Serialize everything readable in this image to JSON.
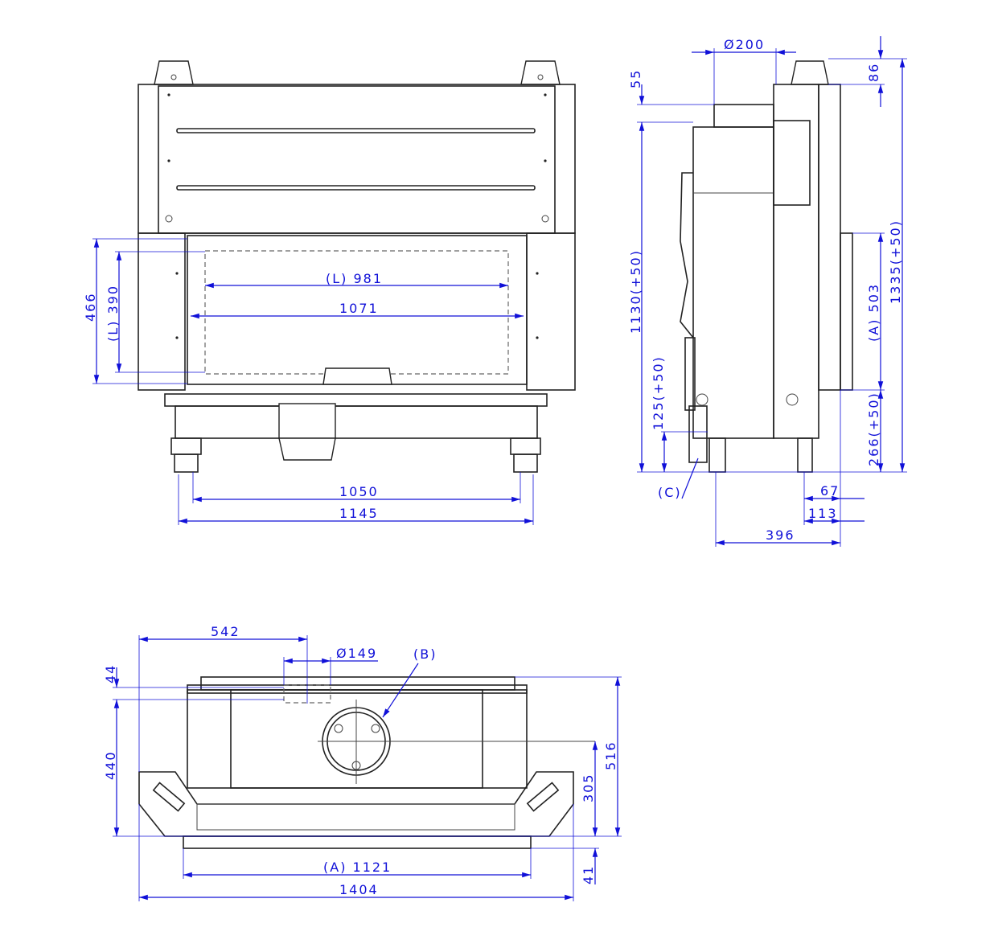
{
  "front_view": {
    "glass_width_l": "(L) 981",
    "opening_width": "1071",
    "opening_height": "466",
    "glass_height_l": "(L) 390",
    "feet_span": "1050",
    "base_width": "1145"
  },
  "side_view": {
    "flue_diameter": "Ø200",
    "flue_offset": "55",
    "top_offset": "86",
    "height_to_flue": "1130(+50)",
    "total_height": "1335(+50)",
    "side_opening": "(A) 503",
    "air_inlet_height": "125(+50)",
    "opening_base_height": "266(+50)",
    "air_inlet_label": "(C)",
    "depth_67": "67",
    "depth_113": "113",
    "depth_396": "396"
  },
  "top_view": {
    "flue_offset_x": "542",
    "outlet_diameter": "Ø149",
    "outlet_label": "(B)",
    "offset_44": "44",
    "depth_440": "440",
    "depth_516": "516",
    "flue_center_305": "305",
    "front_41": "41",
    "opening_width_a": "(A) 1121",
    "total_width": "1404"
  },
  "colors": {
    "dimension": "#1010d8",
    "drawing": "#222222"
  }
}
